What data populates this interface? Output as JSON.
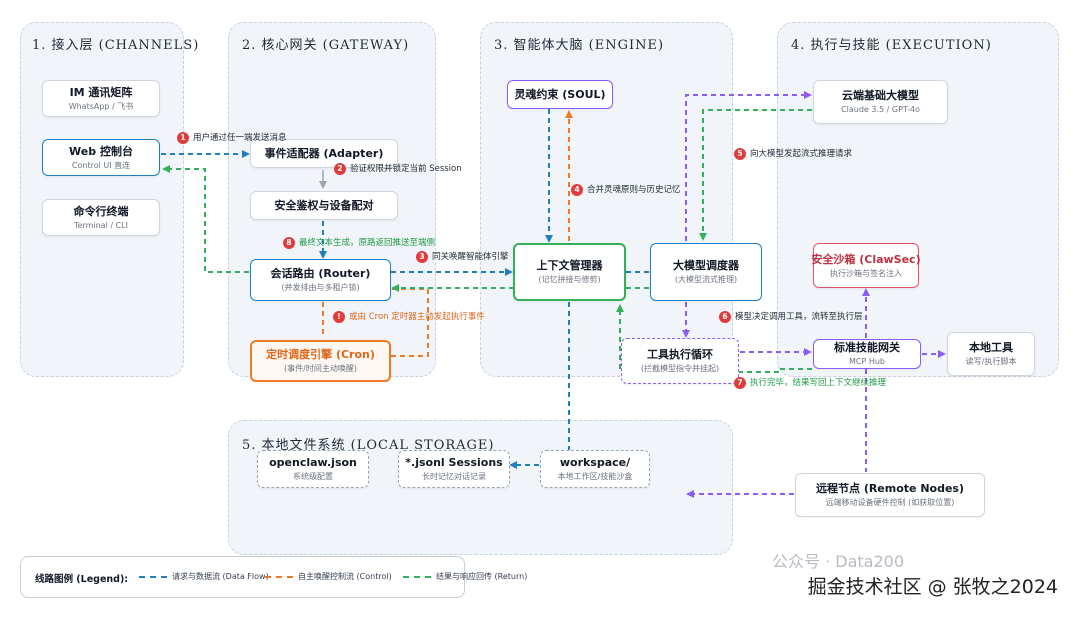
{
  "zones": {
    "channels": {
      "title": "1. 接入层 (CHANNELS)"
    },
    "gateway": {
      "title": "2. 核心网关 (GATEWAY)"
    },
    "engine": {
      "title": "3. 智能体大脑 (ENGINE)"
    },
    "execution": {
      "title": "4. 执行与技能 (EXECUTION)"
    },
    "storage": {
      "title": "5. 本地文件系统 (LOCAL STORAGE)"
    }
  },
  "nodes": {
    "im": {
      "title": "IM 通讯矩阵",
      "sub": "WhatsApp / 飞书"
    },
    "web": {
      "title": "Web 控制台",
      "sub": "Control UI 直连"
    },
    "cli": {
      "title": "命令行终端",
      "sub": "Terminal / CLI"
    },
    "adapter": {
      "title": "事件适配器 (Adapter)"
    },
    "auth": {
      "title": "安全鉴权与设备配对"
    },
    "router": {
      "title": "会话路由 (Router)",
      "sub": "(并发排由与多租户锁)"
    },
    "cron": {
      "title": "定时调度引擎 (Cron)",
      "sub": "(事件/时间主动唤醒)"
    },
    "soul": {
      "title": "灵魂约束 (SOUL)"
    },
    "context": {
      "title": "上下文管理器",
      "sub": "(记忆拼接与修剪)"
    },
    "llm": {
      "title": "大模型调度器",
      "sub": "(大模型流式推理)"
    },
    "toolloop": {
      "title": "工具执行循环",
      "sub": "(拦截模型指令并挂起)"
    },
    "cloud": {
      "title": "云端基础大模型",
      "sub": "Claude 3.5 / GPT-4o"
    },
    "sandbox": {
      "title": "安全沙箱 (ClawSec)",
      "sub": "执行沙箱与签名注入"
    },
    "mcp": {
      "title": "标准技能网关",
      "sub": "MCP Hub"
    },
    "localtools": {
      "title": "本地工具",
      "sub": "读写/执行脚本"
    },
    "remote": {
      "title": "远程节点 (Remote Nodes)",
      "sub": "远端移动设备硬件控制 (如获取位置)"
    },
    "openclaw": {
      "title": "openclaw.json",
      "sub": "系统级配置"
    },
    "sessions": {
      "title": "*.jsonl Sessions",
      "sub": "长时记忆对话记录"
    },
    "workspace": {
      "title": "workspace/",
      "sub": "本地工作区/技能沙盒"
    }
  },
  "annotations": {
    "a1": {
      "num": "1",
      "text": "用户通过任一端发送消息"
    },
    "a2": {
      "num": "2",
      "text": "验证权限并锁定当前 Session"
    },
    "a3": {
      "num": "3",
      "text": "同关唤醒智能体引擎"
    },
    "a4": {
      "num": "4",
      "text": "合并灵魂原则与历史记忆"
    },
    "a5": {
      "num": "5",
      "text": "向大模型发起流式推理请求"
    },
    "a6": {
      "num": "6",
      "text": "模型决定调用工具，流转至执行层"
    },
    "a7": {
      "num": "7",
      "text": "执行完毕，结果写回上下文继续推理"
    },
    "a8": {
      "num": "8",
      "text": "最终文本生成，原路返回推送至端侧"
    },
    "a9": {
      "num": "!",
      "text": "或由 Cron 定时器主动发起执行事件"
    }
  },
  "legend": {
    "title": "线路图例 (Legend):",
    "items": [
      {
        "label": "请求与数据流 (Data Flow)",
        "color": "#1f7fc1"
      },
      {
        "label": "自主唤醒控制流 (Control)",
        "color": "#f07a23"
      },
      {
        "label": "结果与响应回传 (Return)",
        "color": "#35b05a"
      }
    ]
  },
  "watermark": {
    "main": "掘金技术社区 @ 张牧之2024",
    "faint": "公众号 · Data200"
  },
  "colors": {
    "data": "#1f7fc1",
    "control": "#f07a23",
    "return": "#35b05a",
    "tool": "#8b5cf6",
    "badge": "#e23b3b"
  }
}
